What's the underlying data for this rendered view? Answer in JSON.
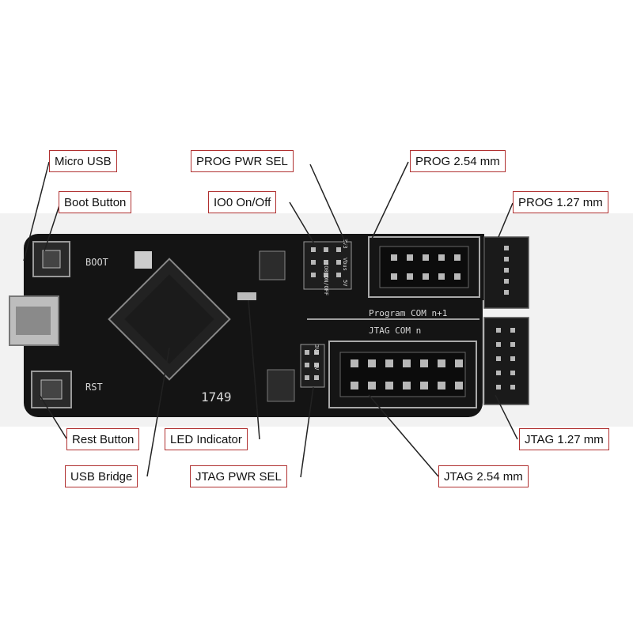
{
  "labels": {
    "micro_usb": "Micro USB",
    "boot_button": "Boot Button",
    "prog_pwr_sel": "PROG PWR SEL",
    "io0_on_off": "IO0 On/Off",
    "prog_254": "PROG 2.54 mm",
    "prog_127": "PROG 1.27 mm",
    "rest_button": "Rest Button",
    "usb_bridge": "USB Bridge",
    "led_indicator": "LED Indicator",
    "jtag_pwr_sel": "JTAG PWR SEL",
    "jtag_127": "JTAG  1.27 mm",
    "jtag_254": "JTAG 2.54 mm"
  },
  "silkscreen": {
    "boot": "BOOT",
    "rst": "RST",
    "program_com": "Program  COM n+1",
    "jtag_com": "JTAG    COM n",
    "date_code": "1749",
    "io0_onoff": "IO0 ON/OFF",
    "v33_a": "3V3",
    "vbus_a": "Vbus",
    "v5_a": "5V",
    "v33_b": "3V3",
    "v5_b": "5V"
  },
  "colors": {
    "board": "#141414",
    "label_border": "#b03030",
    "leader": "#222222"
  }
}
